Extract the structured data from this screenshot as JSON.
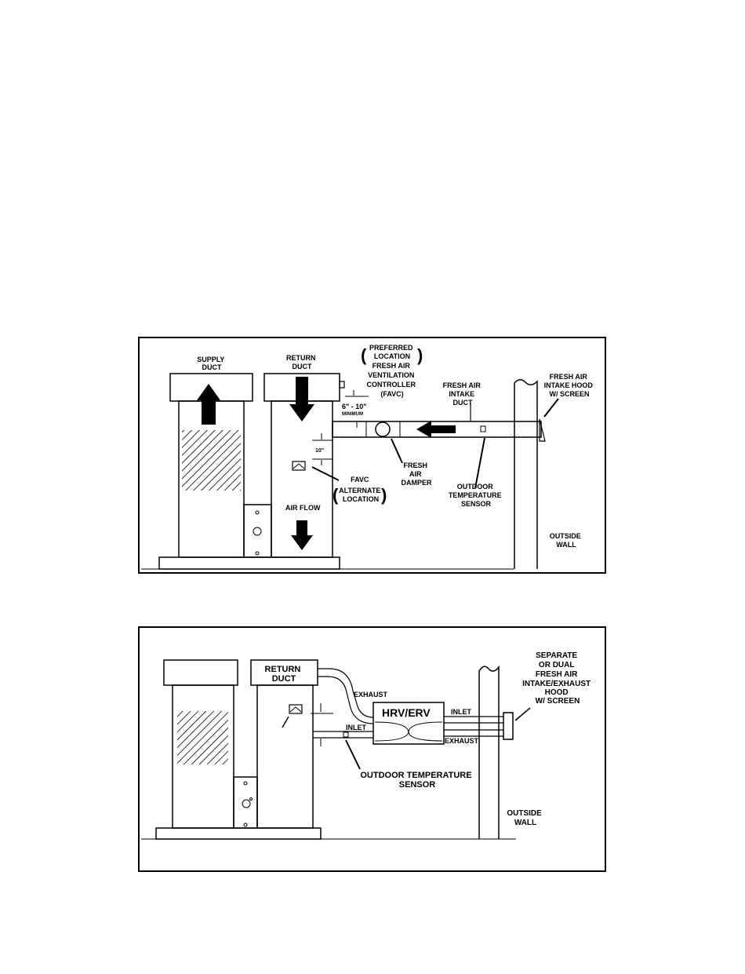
{
  "figure1": {
    "supply_duct": [
      "SUPPLY",
      "DUCT"
    ],
    "return_duct": [
      "RETURN",
      "DUCT"
    ],
    "preferred_location": [
      "PREFERRED",
      "LOCATION"
    ],
    "favc_label": [
      "FRESH AIR",
      "VENTILATION",
      "CONTROLLER",
      "(FAVC)"
    ],
    "min_distance": "6\" - 10\"",
    "minimum": "MINIMUM",
    "ten_inch": "10\"",
    "fresh_air_intake_duct": [
      "FRESH AIR",
      "INTAKE",
      "DUCT"
    ],
    "intake_hood": [
      "FRESH AIR",
      "INTAKE HOOD",
      "W/ SCREEN"
    ],
    "favc_alt": [
      "FAVC",
      "ALTERNATE",
      "LOCATION"
    ],
    "fresh_air_damper": [
      "FRESH",
      "AIR",
      "DAMPER"
    ],
    "outdoor_sensor": [
      "OUTDOOR",
      "TEMPERATURE",
      "SENSOR"
    ],
    "air_flow": "AIR FLOW",
    "outside_wall": [
      "OUTSIDE",
      "WALL"
    ]
  },
  "figure2": {
    "return_duct": [
      "RETURN",
      "DUCT"
    ],
    "exhaust_top": "EXHAUST",
    "hrv_erv": "HRV/ERV",
    "inlet_right": "INLET",
    "inlet_left": "INLET",
    "exhaust_right": "EXHAUST",
    "separate_hood": [
      "SEPARATE",
      "OR DUAL",
      "FRESH AIR",
      "INTAKE/EXHAUST",
      "HOOD",
      "W/ SCREEN"
    ],
    "outdoor_sensor": [
      "OUTDOOR TEMPERATURE",
      "SENSOR"
    ],
    "outside_wall": [
      "OUTSIDE",
      "WALL"
    ]
  }
}
